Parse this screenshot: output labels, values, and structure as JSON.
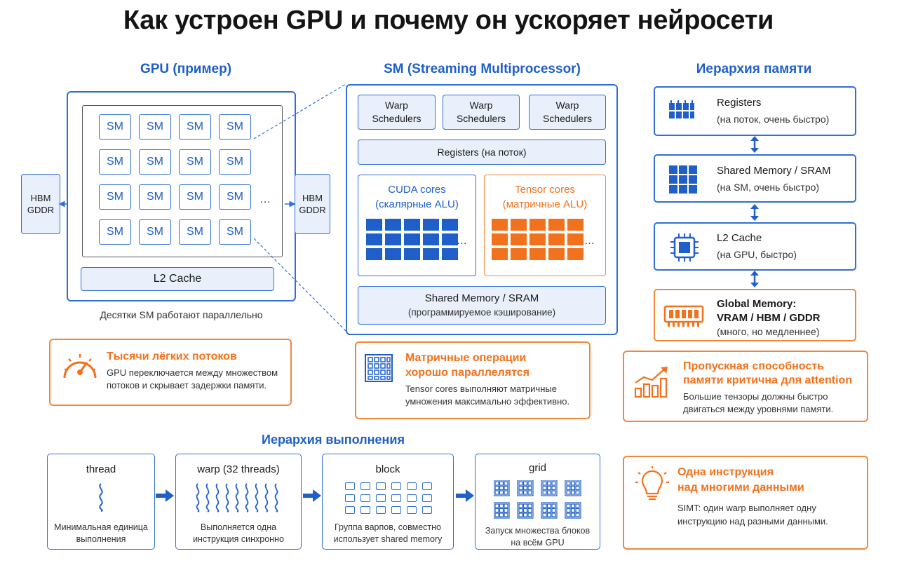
{
  "title": "Как устроен GPU и почему он ускоряет нейросети",
  "gpu": {
    "heading": "GPU (пример)",
    "sm_label": "SM",
    "ellipsis": "…",
    "hbm_left_1": "HBM",
    "hbm_left_2": "GDDR",
    "hbm_right_1": "HBM",
    "hbm_right_2": "GDDR",
    "l2": "L2 Cache",
    "caption": "Десятки SM работают параллельно"
  },
  "sm": {
    "heading": "SM (Streaming Multiprocessor)",
    "warp_1": "Warp",
    "warp_2": "Schedulers",
    "registers": "Registers (на поток)",
    "cuda_1": "CUDA cores",
    "cuda_2": "(скалярные ALU)",
    "tensor_1": "Tensor cores",
    "tensor_2": "(матричные ALU)",
    "ellipsis": "…",
    "shared_1": "Shared Memory / SRAM",
    "shared_2": "(программируемое кэширование)"
  },
  "memory": {
    "heading": "Иерархия памяти",
    "levels": [
      {
        "title": "Registers",
        "sub": "(на поток, очень быстро)"
      },
      {
        "title": "Shared Memory / SRAM",
        "sub": "(на SM, очень быстро)"
      },
      {
        "title": "L2 Cache",
        "sub": "(на GPU, быстро)"
      },
      {
        "title": "Global Memory:",
        "title2": "VRAM / HBM / GDDR",
        "sub": "(много, но медленнее)"
      }
    ]
  },
  "info": {
    "threads": {
      "title": "Тысячи лёгких потоков",
      "text1": "GPU переключается между множеством",
      "text2": "потоков и скрывает задержки памяти."
    },
    "matrix": {
      "title1": "Матричные операции",
      "title2": "хорошо параллелятся",
      "text1": "Tensor cores выполняют матричные",
      "text2": "умножения максимально эффективно."
    },
    "bandwidth": {
      "title1": "Пропускная способность",
      "title2": "памяти критична для attention",
      "text1": "Большие тензоры должны быстро",
      "text2": "двигаться между уровнями памяти."
    },
    "simt": {
      "title1": "Одна инструкция",
      "title2": "над многими данными",
      "text1": "SIMT: один warp выполняет одну",
      "text2": "инструкцию над разными данными."
    }
  },
  "execution": {
    "heading": "Иерархия выполнения",
    "thread": {
      "title": "thread",
      "text1": "Минимальная единица",
      "text2": "выполнения"
    },
    "warp": {
      "title": "warp (32 threads)",
      "text1": "Выполняется одна",
      "text2": "инструкция синхронно"
    },
    "block": {
      "title": "block",
      "text1": "Группа варпов, совместно",
      "text2": "использует shared memory"
    },
    "grid": {
      "title": "grid",
      "text1": "Запуск множества блоков",
      "text2": "на всём GPU"
    }
  },
  "colors": {
    "blue": "#1f5fc9",
    "orange": "#f2711c"
  }
}
